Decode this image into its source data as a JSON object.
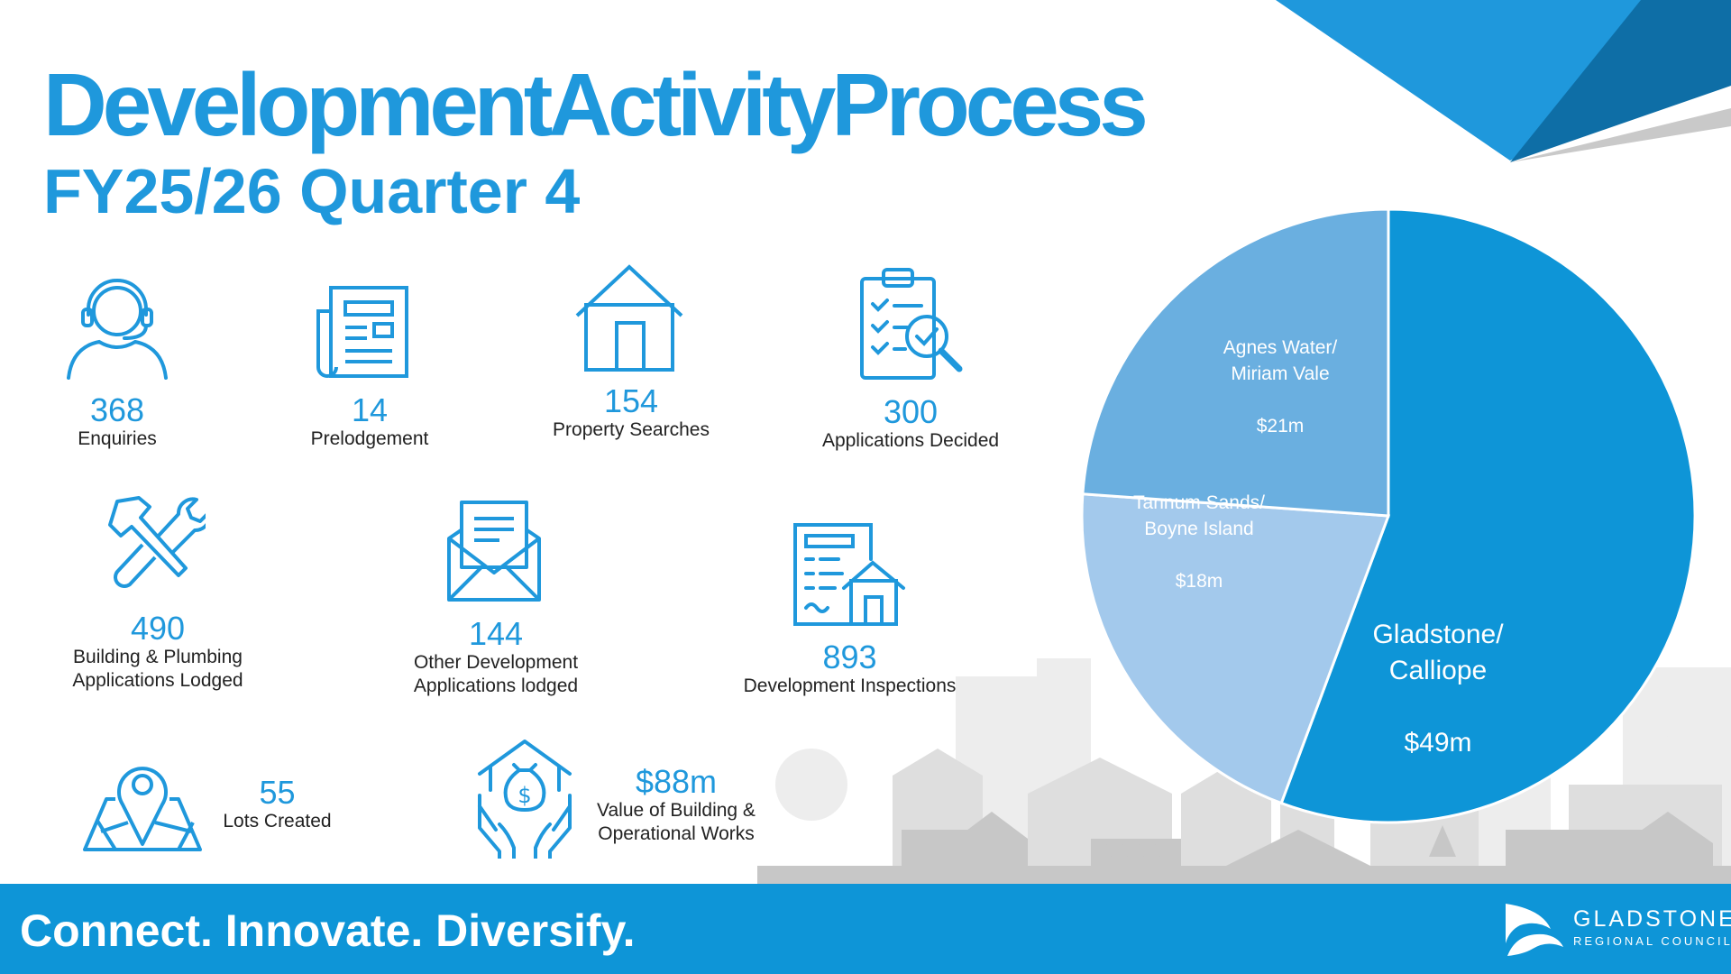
{
  "header": {
    "title": "DevelopmentActivityProcess",
    "subtitle": "FY25/26 Quarter 4"
  },
  "stats": [
    {
      "value": "368",
      "label": "Enquiries",
      "icon": "headset-person-icon"
    },
    {
      "value": "14",
      "label": "Prelodgement",
      "icon": "newspaper-icon"
    },
    {
      "value": "154",
      "label": "Property Searches",
      "icon": "house-icon"
    },
    {
      "value": "300",
      "label": "Applications Decided",
      "icon": "clipboard-check-icon"
    },
    {
      "value": "490",
      "label": "Building & Plumbing\nApplications Lodged",
      "icon": "tools-icon"
    },
    {
      "value": "144",
      "label": "Other Development\nApplications lodged",
      "icon": "envelope-document-icon"
    },
    {
      "value": "893",
      "label": "Development Inspections",
      "icon": "document-house-icon"
    },
    {
      "value": "55",
      "label": "Lots Created",
      "icon": "map-pin-icon"
    },
    {
      "value": "$88m",
      "label": "Value of Building &\nOperational Works",
      "icon": "money-hands-icon"
    }
  ],
  "chart_data": {
    "type": "pie",
    "slices": [
      {
        "label": "Gladstone/\nCalliope",
        "display": "$49m",
        "value": 49,
        "color": "#0e95d7"
      },
      {
        "label": "Tannum Sands/\nBoyne Island",
        "display": "$18m",
        "value": 18,
        "color": "#a3c9ec"
      },
      {
        "label": "Agnes Water/\nMiriam Vale",
        "display": "$21m",
        "value": 21,
        "color": "#6aafe0"
      }
    ],
    "start_angle_deg": 0,
    "direction": "clockwise"
  },
  "footer": {
    "tagline": "Connect. Innovate. Diversify.",
    "logo_name": "GLADSTONE",
    "logo_sub": "REGIONAL COUNCIL"
  },
  "colors": {
    "brand": "#1f98dc",
    "footer": "#0e95d7",
    "skyline": "#e5e5e5"
  }
}
